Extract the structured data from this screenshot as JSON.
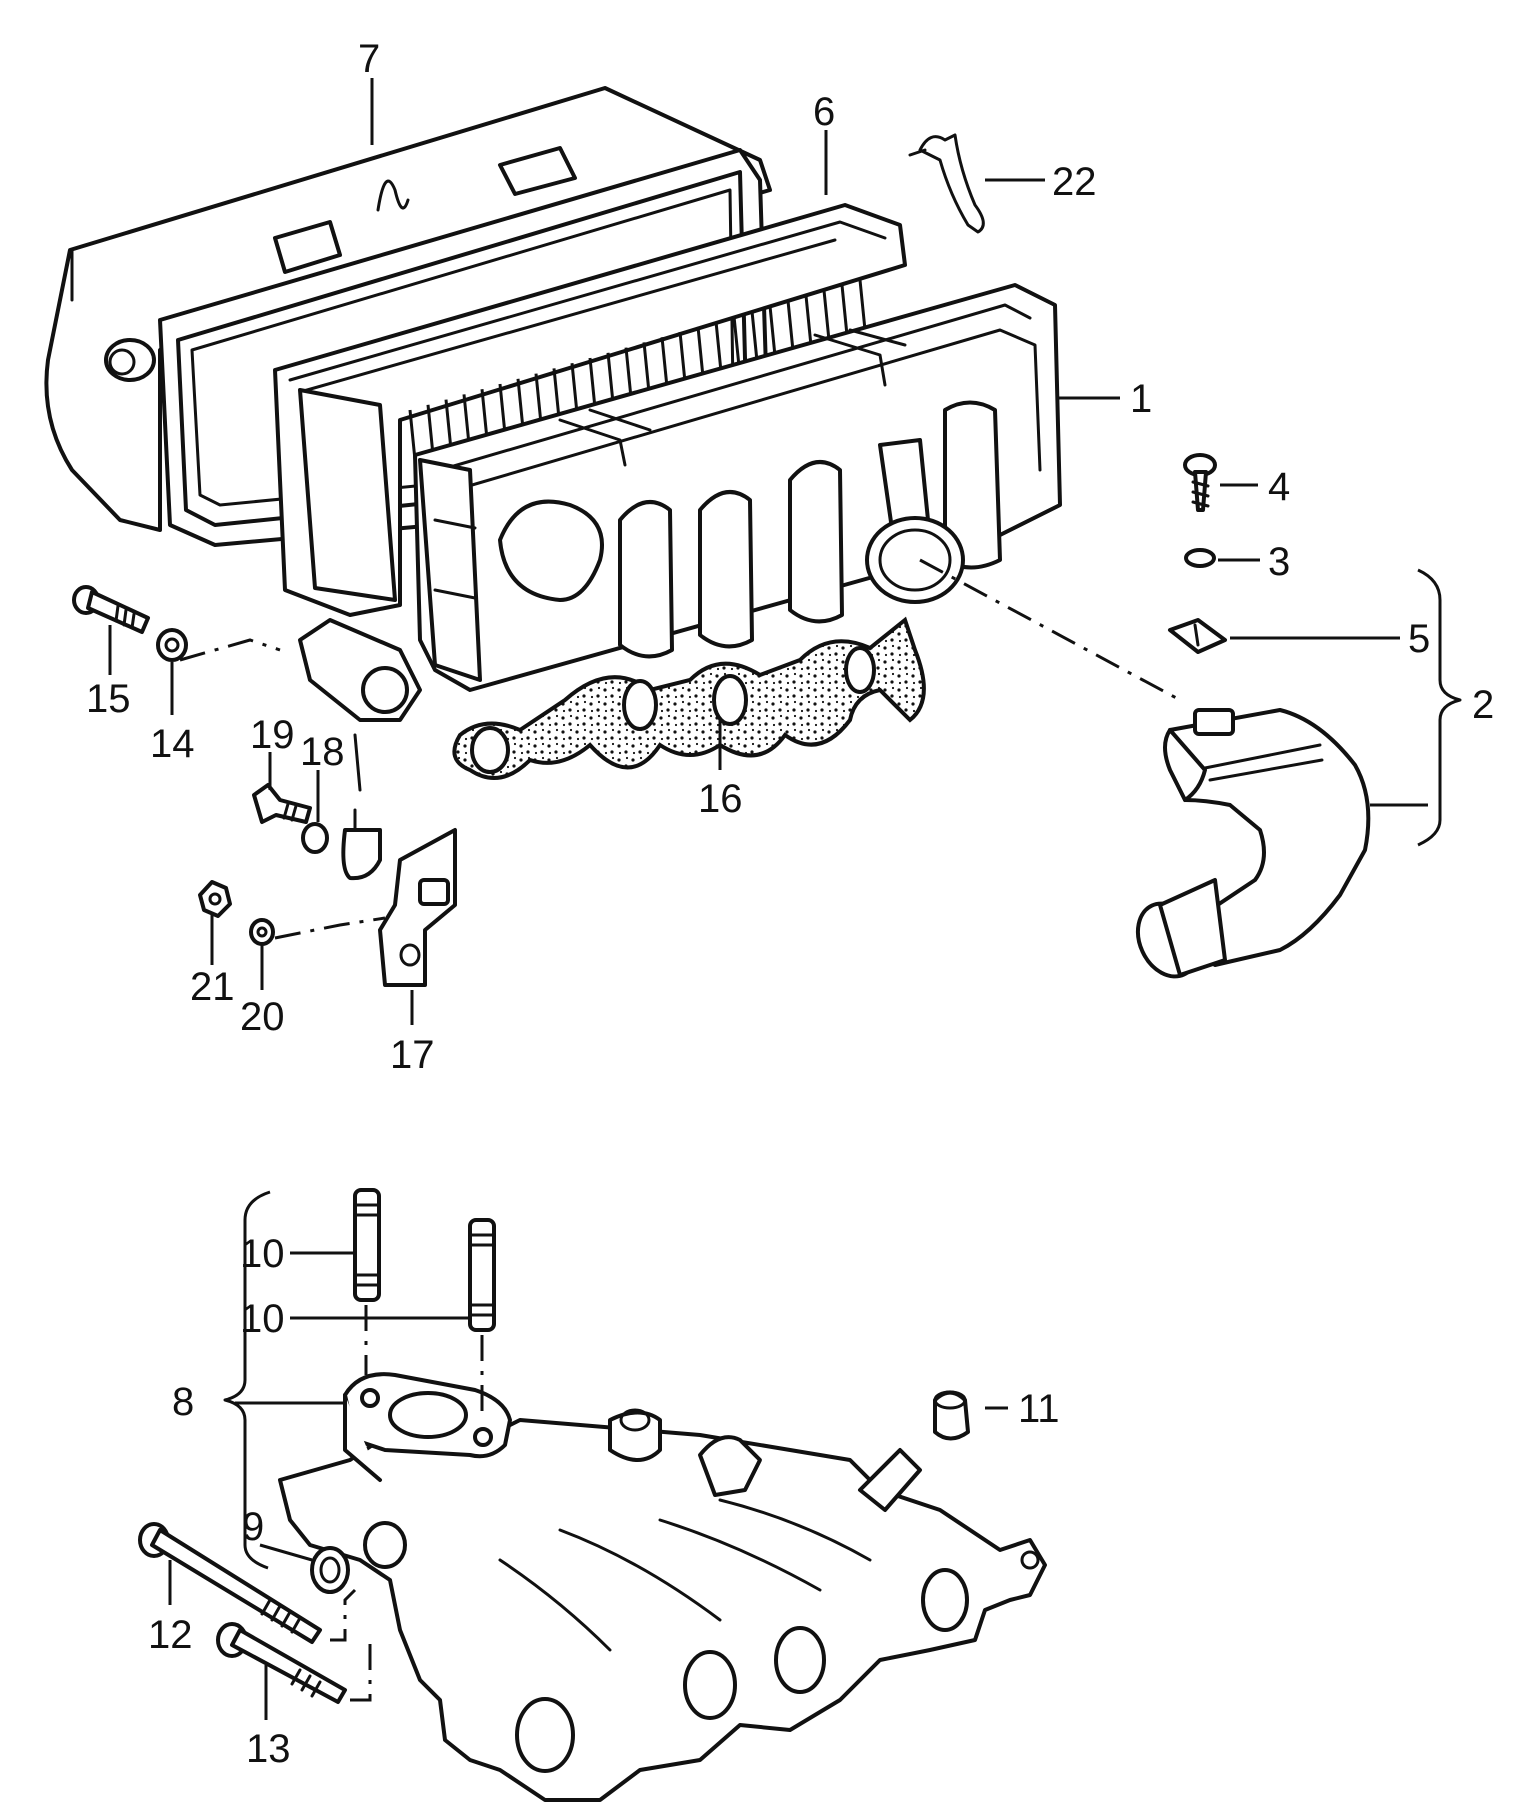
{
  "diagram": {
    "colors": {
      "ink": "#111111",
      "paper": "#ffffff"
    },
    "callouts": [
      {
        "id": "c1",
        "label": "1"
      },
      {
        "id": "c2",
        "label": "2"
      },
      {
        "id": "c3",
        "label": "3"
      },
      {
        "id": "c4",
        "label": "4"
      },
      {
        "id": "c5",
        "label": "5"
      },
      {
        "id": "c6",
        "label": "6"
      },
      {
        "id": "c7",
        "label": "7"
      },
      {
        "id": "c8",
        "label": "8"
      },
      {
        "id": "c9",
        "label": "9"
      },
      {
        "id": "c10a",
        "label": "10"
      },
      {
        "id": "c10b",
        "label": "10"
      },
      {
        "id": "c11",
        "label": "11"
      },
      {
        "id": "c12",
        "label": "12"
      },
      {
        "id": "c13",
        "label": "13"
      },
      {
        "id": "c14",
        "label": "14"
      },
      {
        "id": "c15",
        "label": "15"
      },
      {
        "id": "c16",
        "label": "16"
      },
      {
        "id": "c17",
        "label": "17"
      },
      {
        "id": "c18",
        "label": "18"
      },
      {
        "id": "c19",
        "label": "19"
      },
      {
        "id": "c20",
        "label": "20"
      },
      {
        "id": "c21",
        "label": "21"
      },
      {
        "id": "c22",
        "label": "22"
      }
    ]
  }
}
